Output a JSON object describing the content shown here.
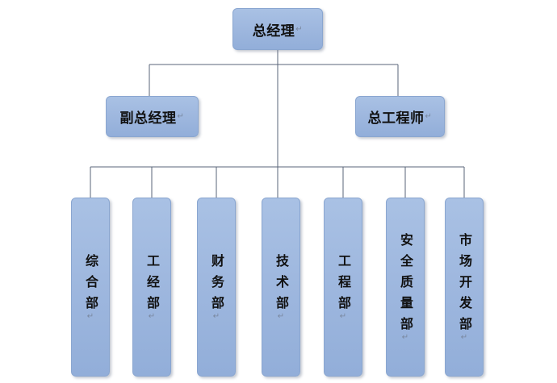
{
  "top": {
    "label": "总经理"
  },
  "second_level": [
    {
      "label": "副总经理"
    },
    {
      "label": "总工程师"
    }
  ],
  "departments": [
    {
      "label": "综合部"
    },
    {
      "label": "工经部"
    },
    {
      "label": "财务部"
    },
    {
      "label": "技术部"
    },
    {
      "label": "工程部"
    },
    {
      "label": "安全质量部"
    },
    {
      "label": "市场开发部"
    }
  ],
  "paragraph_mark": "↵",
  "colors": {
    "box_fill": "#9fb8df",
    "box_border": "#8aa6d0",
    "connector": "#5a6478"
  }
}
